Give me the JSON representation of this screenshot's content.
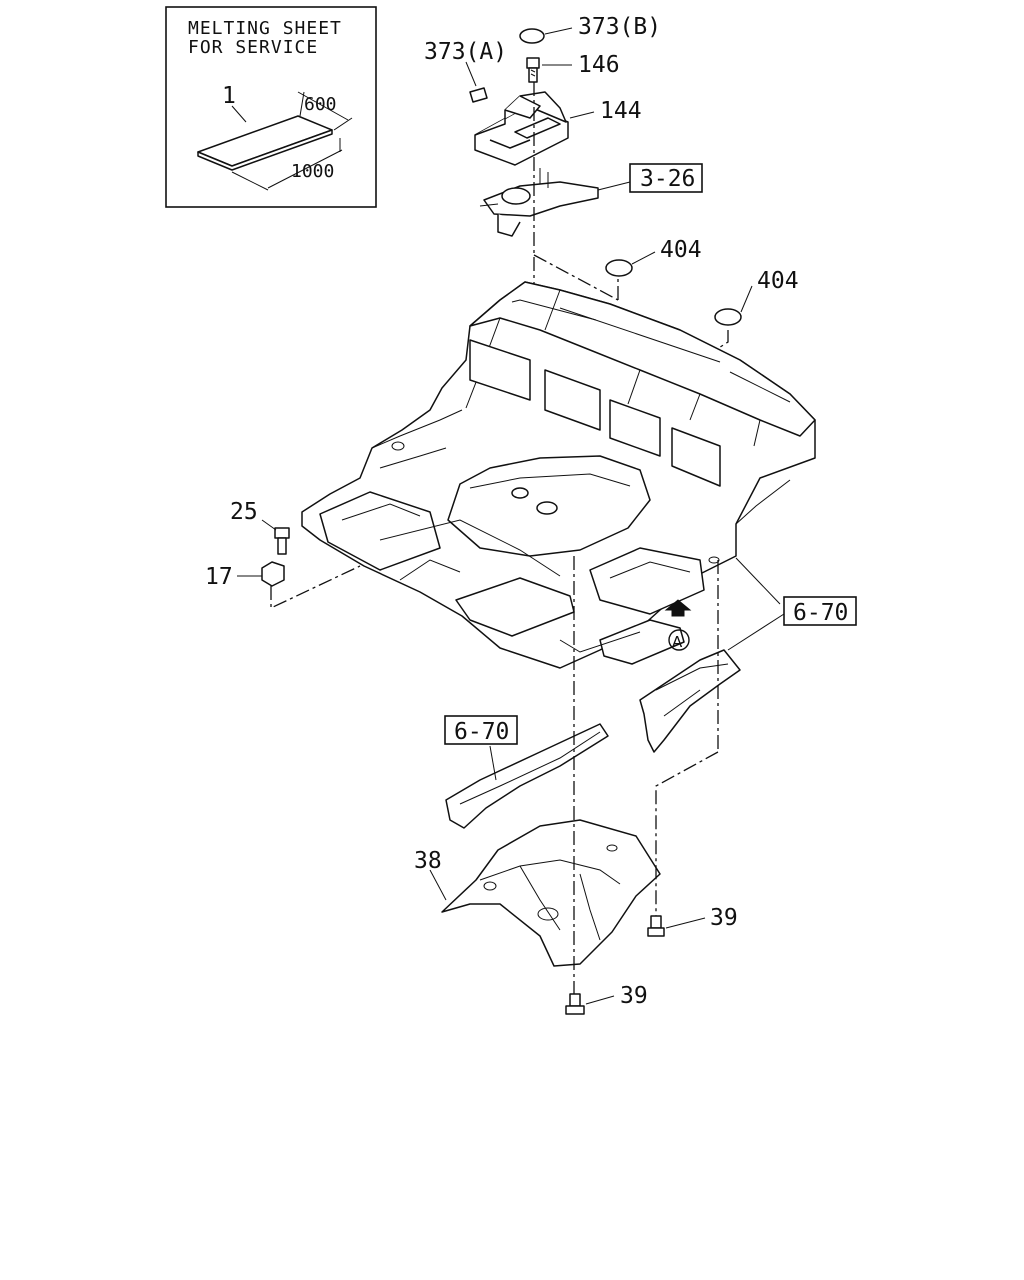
{
  "inset": {
    "title_line1": "MELTING SHEET",
    "title_line2": "FOR SERVICE",
    "part_number": "1",
    "dim_width": "600",
    "dim_length": "1000"
  },
  "labels": {
    "p373b": "373(B)",
    "p373a": "373(A)",
    "p146": "146",
    "p144": "144",
    "p404a": "404",
    "p404b": "404",
    "p25": "25",
    "p17": "17",
    "p38": "38",
    "p39a": "39",
    "p39b": "39",
    "view_a": "A"
  },
  "refs": {
    "r326": "3-26",
    "r670_right": "6-70",
    "r670_left": "6-70"
  }
}
